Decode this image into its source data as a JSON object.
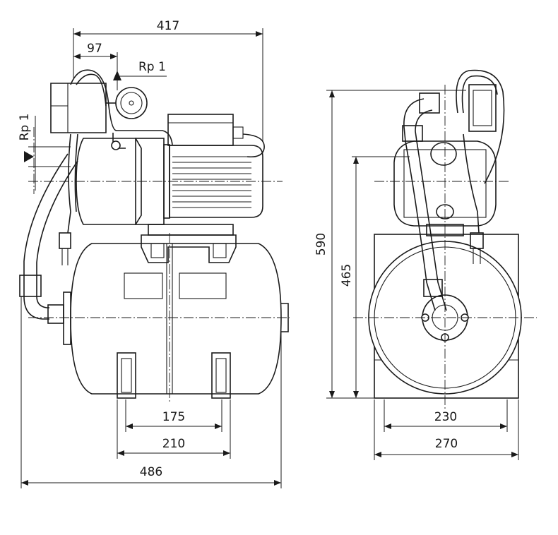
{
  "labels": {
    "overall_width": "417",
    "port_offset": "97",
    "port_top": "Rp 1",
    "port_side": "Rp 1",
    "total_height": "590",
    "inlet_height": "465",
    "foot_inner_side": "175",
    "foot_outer_side": "210",
    "total_length": "486",
    "foot_inner_front": "230",
    "foot_outer_front": "270"
  },
  "colors": {
    "line": "#1a1a1a",
    "background": "#ffffff"
  }
}
